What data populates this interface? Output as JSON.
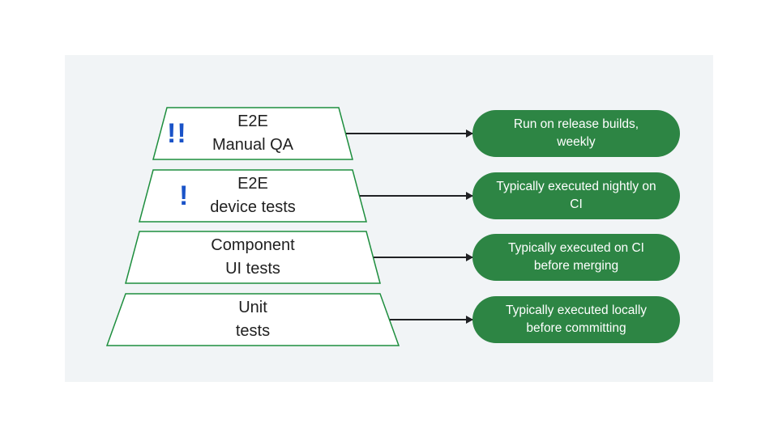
{
  "diagram": {
    "title": "",
    "rows": [
      {
        "level": {
          "line1": "E2E",
          "line2": "Manual QA",
          "priority_marker": "!!"
        },
        "note": "Run on release builds, weekly"
      },
      {
        "level": {
          "line1": "E2E",
          "line2": "device tests",
          "priority_marker": "!"
        },
        "note": "Typically executed nightly on CI"
      },
      {
        "level": {
          "line1": "Component",
          "line2": "UI tests",
          "priority_marker": ""
        },
        "note": "Typically executed on CI before merging"
      },
      {
        "level": {
          "line1": "Unit",
          "line2": "tests",
          "priority_marker": ""
        },
        "note": "Typically executed locally before committing"
      }
    ],
    "colors": {
      "pill_green": "#2d8544",
      "border_green": "#1e8e3e",
      "marker_blue": "#1a53c8",
      "panel_bg": "#f1f4f6"
    }
  }
}
